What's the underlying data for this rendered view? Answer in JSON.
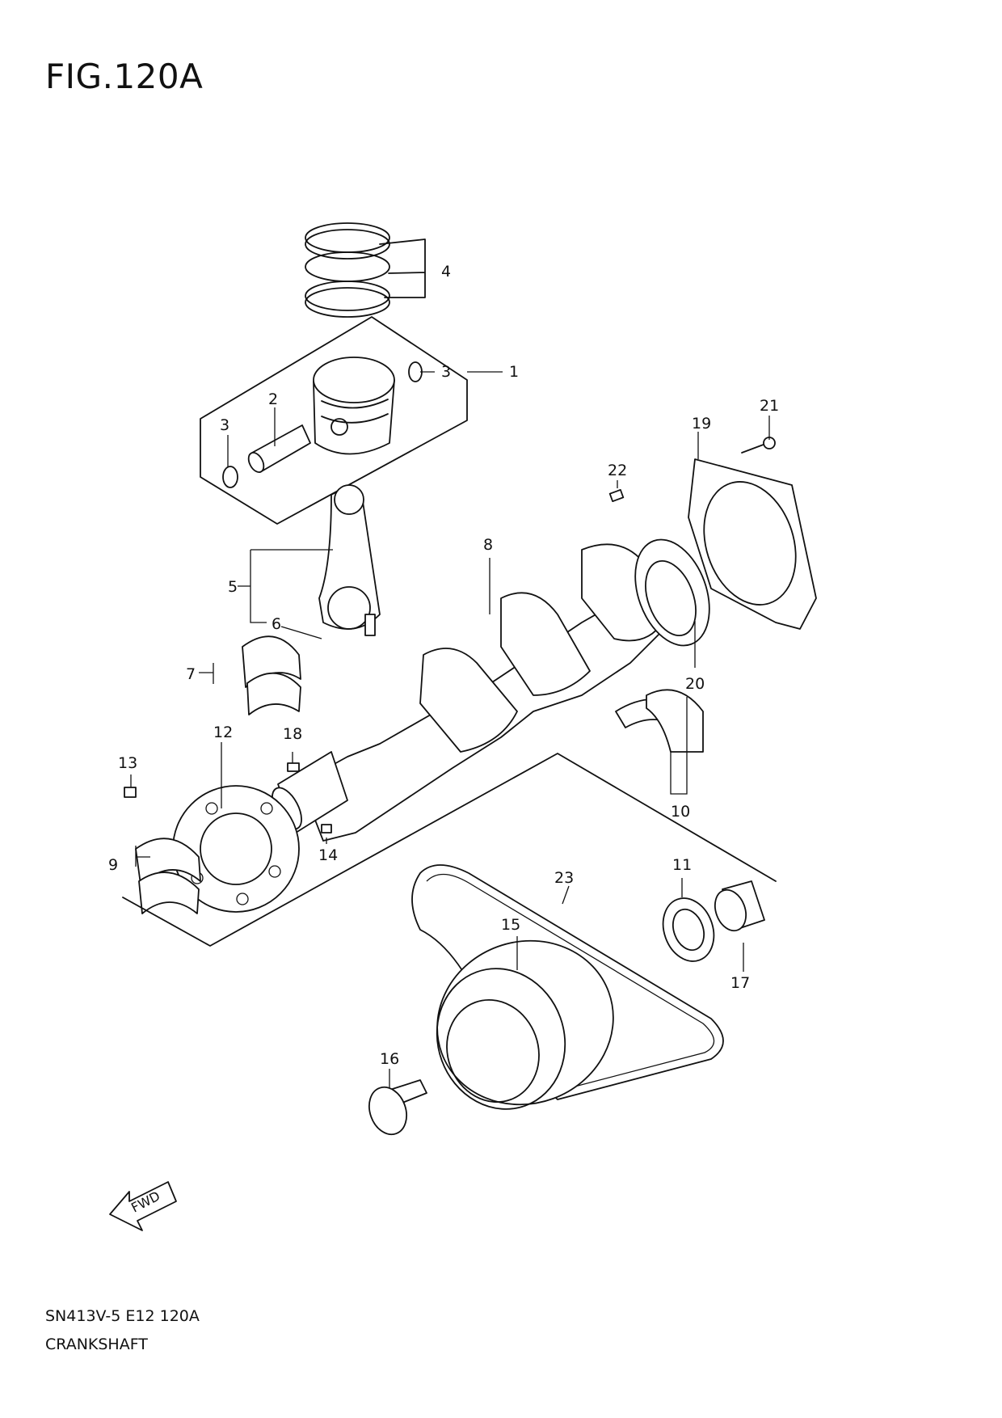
{
  "figure": {
    "title": "FIG.120A"
  },
  "footer": {
    "code": "SN413V-5 E12 120A",
    "name": "CRANKSHAFT"
  },
  "callouts": [
    "1",
    "2",
    "3",
    "3",
    "4",
    "5",
    "6",
    "7",
    "8",
    "9",
    "10",
    "11",
    "12",
    "13",
    "14",
    "15",
    "16",
    "17",
    "18",
    "19",
    "20",
    "21",
    "22",
    "23"
  ],
  "fwd_arrow": {
    "label": "FWD"
  },
  "icons": {
    "fwd_arrow": "fwd-arrow-icon"
  }
}
